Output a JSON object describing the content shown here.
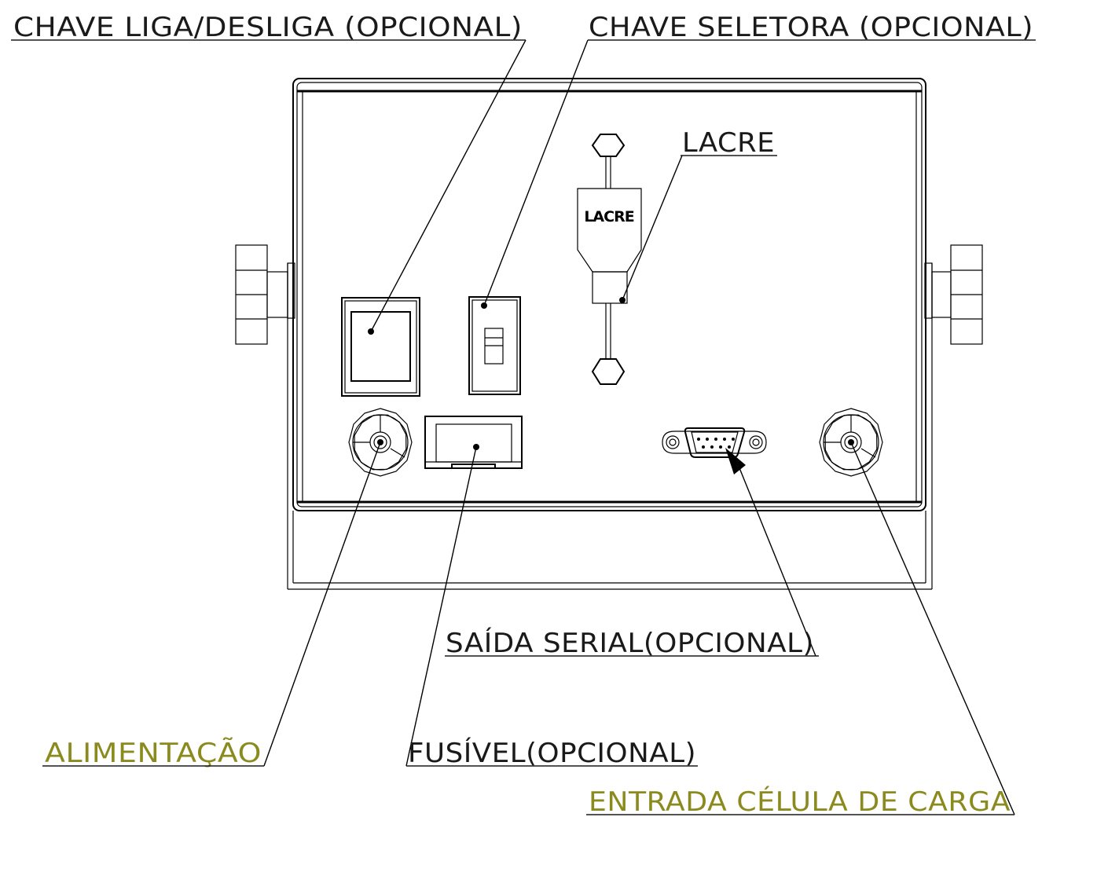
{
  "labels": {
    "power_switch": "CHAVE LIGA/DESLIGA (OPCIONAL)",
    "selector_switch": "CHAVE SELETORA (OPCIONAL)",
    "seal": "LACRE",
    "serial_output": "SAÍDA SERIAL(OPCIONAL)",
    "power_supply": "ALIMENTAÇÃO",
    "fuse": "FUSÍVEL(OPCIONAL)",
    "load_cell_input": "ENTRADA CÉLULA DE CARGA"
  },
  "seal_tag_text": "LACRE",
  "colors": {
    "dark_label": "#1a1a1a",
    "olive_label": "#8a8a1e",
    "line": "#000000"
  }
}
